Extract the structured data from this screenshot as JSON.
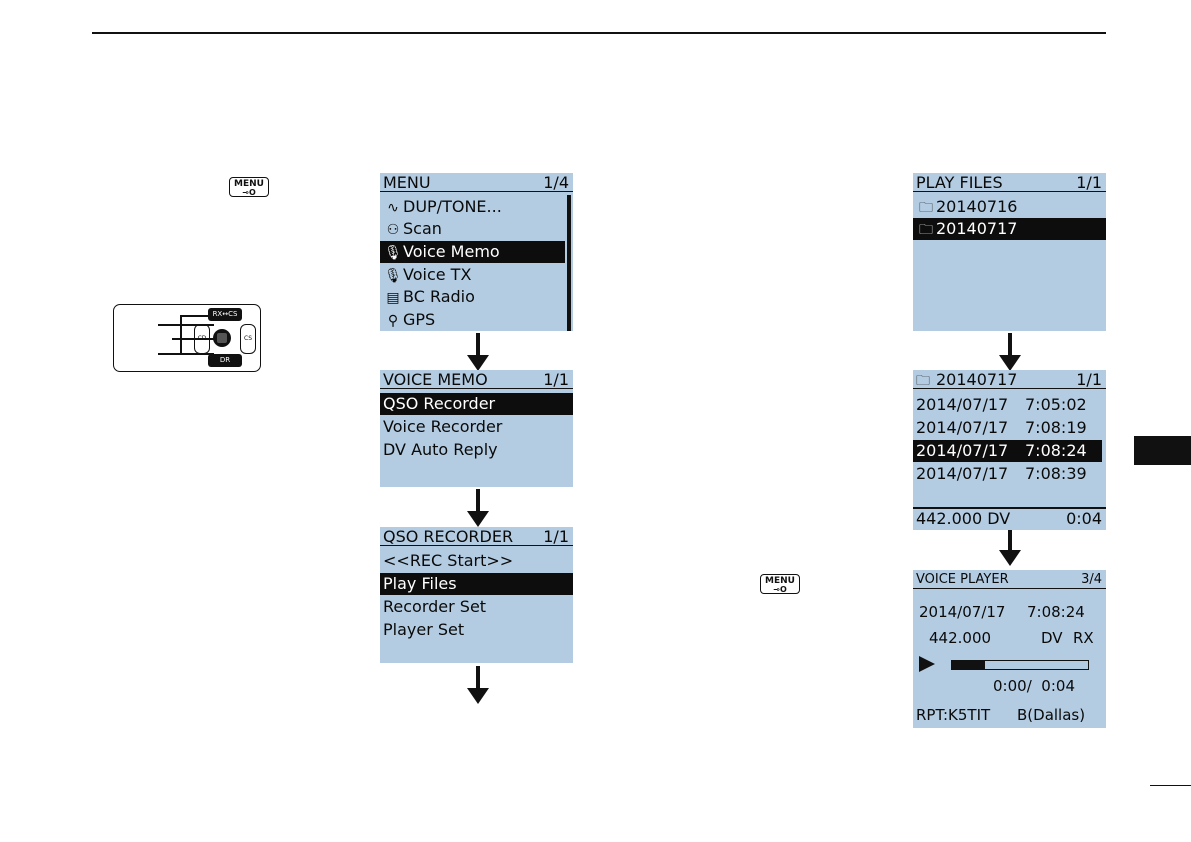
{
  "keys": {
    "menu_label": "MENU",
    "menu_sub": "⊸O"
  },
  "remote": {
    "btn_top": "RX↔CS",
    "btn_left": "CD",
    "btn_right": "CS",
    "btn_bottom": "DR"
  },
  "menu": {
    "title": "MENU",
    "page": "1/4",
    "items": [
      {
        "icon": "∿",
        "label": "DUP/TONE..."
      },
      {
        "icon": "⚇",
        "label": "Scan"
      },
      {
        "icon": "🎙",
        "label": "Voice Memo"
      },
      {
        "icon": "🎙",
        "label": "Voice TX"
      },
      {
        "icon": "▤",
        "label": "BC Radio"
      },
      {
        "icon": "⚲",
        "label": "GPS"
      }
    ],
    "selected_index": 2
  },
  "voice_memo": {
    "title": "VOICE MEMO",
    "page": "1/1",
    "items": [
      "QSO Recorder",
      "Voice Recorder",
      "DV Auto Reply"
    ],
    "selected_index": 0
  },
  "qso_recorder": {
    "title": "QSO RECORDER",
    "page": "1/1",
    "items": [
      "<<REC Start>>",
      "Play Files",
      "Recorder Set",
      "Player Set"
    ],
    "selected_index": 1
  },
  "play_files": {
    "title": "PLAY FILES",
    "page": "1/1",
    "folders": [
      "20140716",
      "20140717"
    ],
    "selected_index": 1
  },
  "folder_view": {
    "title": "20140717",
    "page": "1/1",
    "files": [
      {
        "date": "2014/07/17",
        "time": "7:05:02"
      },
      {
        "date": "2014/07/17",
        "time": "7:08:19"
      },
      {
        "date": "2014/07/17",
        "time": "7:08:24"
      },
      {
        "date": "2014/07/17",
        "time": "7:08:39"
      }
    ],
    "selected_index": 2,
    "footer_left": "442.000 DV",
    "footer_right": "0:04"
  },
  "voice_player": {
    "title": "VOICE PLAYER",
    "page": "3/4",
    "date": "2014/07/17",
    "time": "7:08:24",
    "freq": "442.000",
    "mode": "DV",
    "dir": "RX",
    "progress_fraction": 0.24,
    "elapsed": "0:00",
    "sep": "/",
    "total": "0:04",
    "rpt": "RPT:K5TIT",
    "rpt_area": "B(Dallas)"
  }
}
